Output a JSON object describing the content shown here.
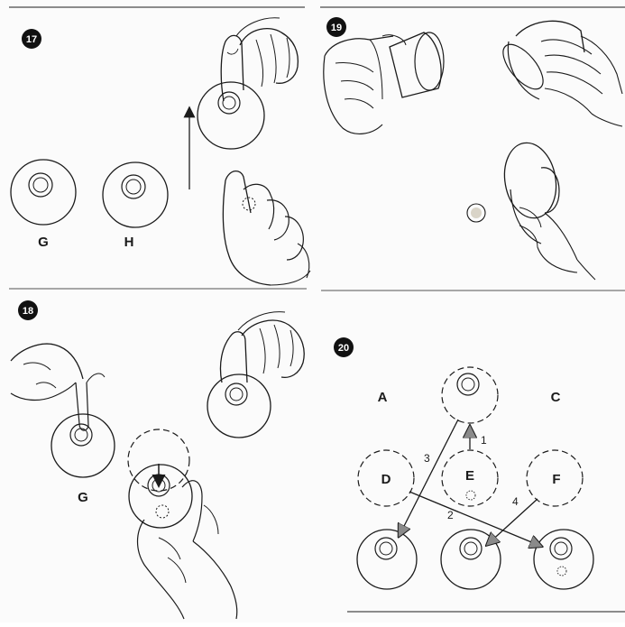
{
  "panels": {
    "step17": {
      "number": "17",
      "cup_labels": [
        "G",
        "H"
      ]
    },
    "step18": {
      "number": "18",
      "cup_label": "G"
    },
    "step19": {
      "number": "19"
    },
    "step20": {
      "number": "20",
      "top_letters": [
        "A",
        "C"
      ],
      "dashed_letters": [
        "D",
        "E",
        "F"
      ],
      "move_numbers": [
        "1",
        "2",
        "3",
        "4"
      ]
    }
  },
  "colors": {
    "ink": "#1b1b1b",
    "background": "#fbfbfb",
    "badge": "#111111"
  }
}
